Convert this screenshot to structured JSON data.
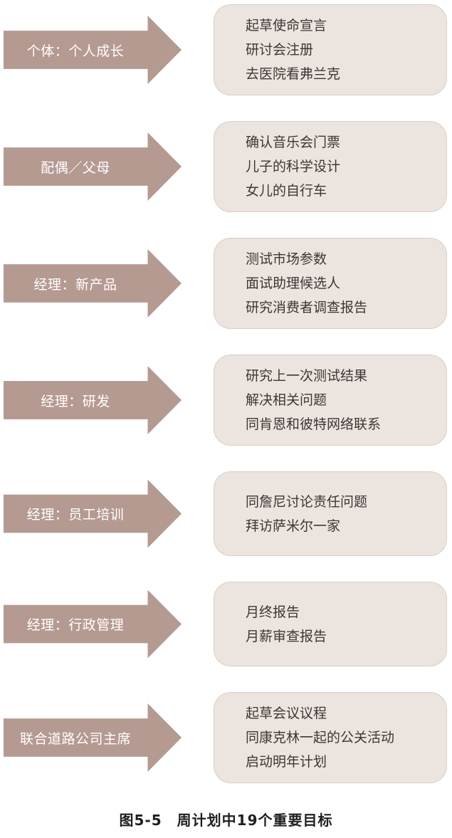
{
  "figure": {
    "caption": "图5-5　周计划中19个重要目标"
  },
  "colors": {
    "arrow": "#b59a92",
    "arrow_text": "#ffffff",
    "box_bg": "#ece4df",
    "box_border": "#d9cec7",
    "box_text": "#3b3735",
    "caption_text": "#1f1f1f"
  },
  "rows": [
    {
      "label": "个体：个人成长",
      "tasks": [
        "起草使命宣言",
        "研讨会注册",
        "去医院看弗兰克"
      ]
    },
    {
      "label": "配偶／父母",
      "tasks": [
        "确认音乐会门票",
        "儿子的科学设计",
        "女儿的自行车"
      ]
    },
    {
      "label": "经理：新产品",
      "tasks": [
        "测试市场参数",
        "面试助理候选人",
        "研究消费者调查报告"
      ]
    },
    {
      "label": "经理：研发",
      "tasks": [
        "研究上一次测试结果",
        "解决相关问题",
        "同肯恩和彼特网络联系"
      ]
    },
    {
      "label": "经理：员工培训",
      "tasks": [
        "同詹尼讨论责任问题",
        "拜访萨米尔一家"
      ]
    },
    {
      "label": "经理：行政管理",
      "tasks": [
        "月终报告",
        "月薪审查报告"
      ]
    },
    {
      "label": "联合道路公司主席",
      "tasks": [
        "起草会议议程",
        "同康克林一起的公关活动",
        "启动明年计划"
      ]
    }
  ]
}
